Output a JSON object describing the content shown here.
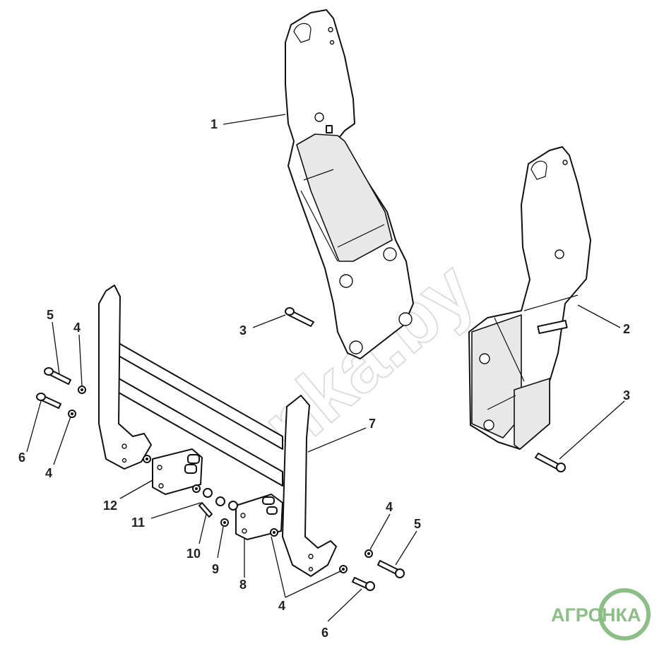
{
  "watermark": "nka.by",
  "logo": {
    "left": "АГРО",
    "right": "НКА",
    "color": "#8cbf86"
  },
  "callouts": [
    {
      "id": "c1",
      "text": "1"
    },
    {
      "id": "c2",
      "text": "2"
    },
    {
      "id": "c3a",
      "text": "3"
    },
    {
      "id": "c3b",
      "text": "3"
    },
    {
      "id": "c5a",
      "text": "5"
    },
    {
      "id": "c4a",
      "text": "4"
    },
    {
      "id": "c6a",
      "text": "6"
    },
    {
      "id": "c4b",
      "text": "4"
    },
    {
      "id": "c7",
      "text": "7"
    },
    {
      "id": "c12",
      "text": "12"
    },
    {
      "id": "c11",
      "text": "11"
    },
    {
      "id": "c10",
      "text": "10"
    },
    {
      "id": "c9",
      "text": "9"
    },
    {
      "id": "c8",
      "text": "8"
    },
    {
      "id": "c4c",
      "text": "4"
    },
    {
      "id": "c5b",
      "text": "5"
    },
    {
      "id": "c4d",
      "text": "4"
    },
    {
      "id": "c6b",
      "text": "6"
    }
  ]
}
